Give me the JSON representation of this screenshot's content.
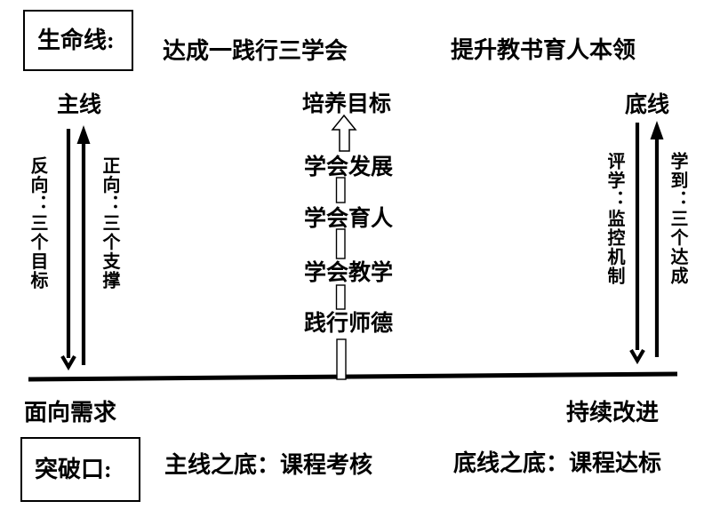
{
  "colors": {
    "ink": "#000000",
    "background": "#ffffff"
  },
  "header": {
    "lifeline_box": "生命线:",
    "slogan_left": "达成一践行三学会",
    "slogan_right": "提升教书育人本领"
  },
  "main_line": {
    "title": "主线",
    "reverse_label": "反向：三个目标",
    "forward_label": "正向：三个支撑"
  },
  "center": {
    "title": "培养目标",
    "items": [
      "学会发展",
      "学会育人",
      "学会教学",
      "践行师德"
    ]
  },
  "bottom_line": {
    "title": "底线",
    "evaluate_label": "评学：监控机制",
    "achieve_label": "学到：三个达成"
  },
  "baseline": {
    "left_caption": "面向需求",
    "right_caption": "持续改进"
  },
  "footer": {
    "breakthrough_box": "突破口:",
    "main_note": "主线之底：课程考核",
    "bottom_note": "底线之底：课程达标"
  }
}
